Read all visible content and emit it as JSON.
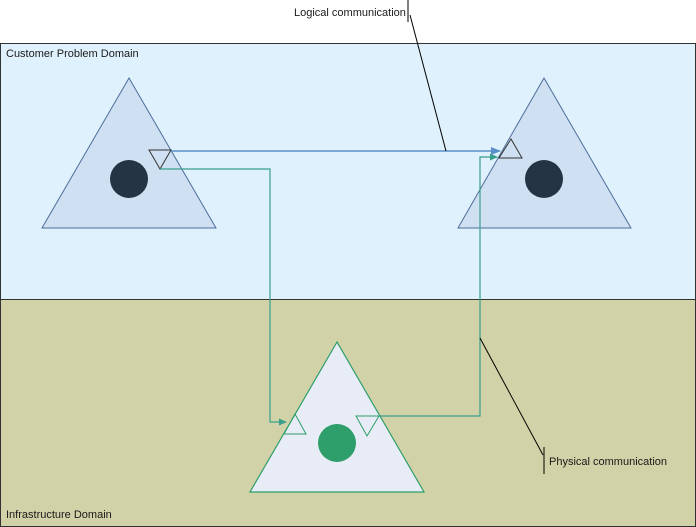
{
  "domains": {
    "customer": {
      "label": "Customer Problem Domain",
      "fill": "#dff1fd"
    },
    "infrastructure": {
      "label": "Infrastructure Domain",
      "fill": "#d2d2a8"
    }
  },
  "annotations": {
    "logical": "Logical communication",
    "physical": "Physical communication"
  },
  "colors": {
    "outline": "#333333",
    "triangle_blue_fill": "#cfe0f3",
    "triangle_blue_stroke": "#4d6e9a",
    "triangle_light_fill": "#e8ecf6",
    "triangle_green_stroke": "#2e9e6a",
    "circle_dark": "#243444",
    "circle_green": "#2e9e6a",
    "logical_arrow": "#5b8fc9",
    "physical_arrow": "#3a9e8a",
    "callout_line": "#000000"
  }
}
